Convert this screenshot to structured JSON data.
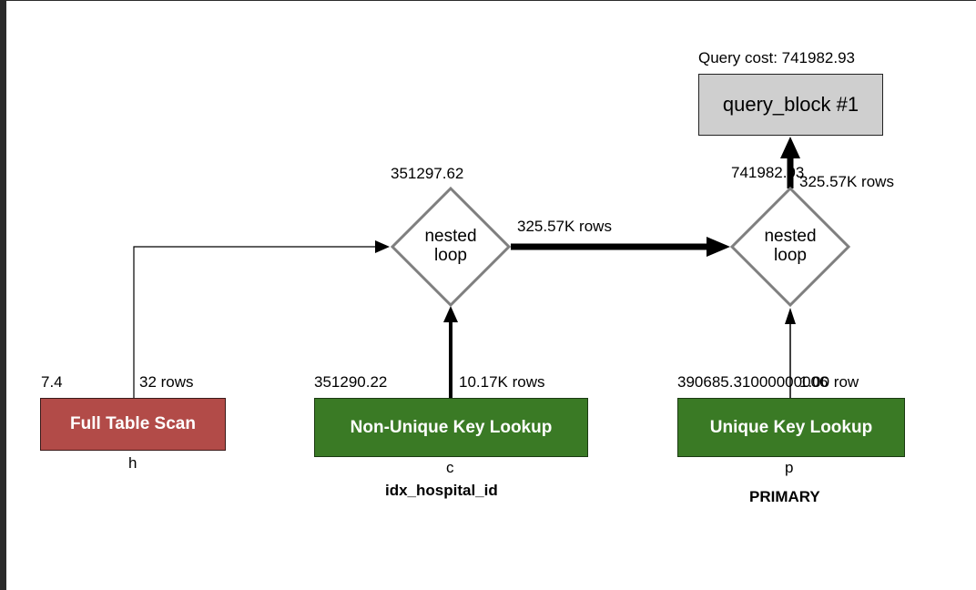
{
  "query_cost_label": "Query cost: 741982.93",
  "query_block": {
    "label": "query_block #1"
  },
  "nested_loop_1": {
    "line1": "nested",
    "line2": "loop",
    "cost": "351297.62",
    "output_rows": "325.57K rows"
  },
  "nested_loop_2": {
    "line1": "nested",
    "line2": "loop",
    "cost": "741982.93",
    "output_rows": "325.57K rows"
  },
  "table_h": {
    "operation": "Full Table Scan",
    "cost": "7.4",
    "rows": "32 rows",
    "table": "h",
    "key": ""
  },
  "table_c": {
    "operation": "Non-Unique Key Lookup",
    "cost": "351290.22",
    "rows": "10.17K rows",
    "table": "c",
    "key": "idx_hospital_id"
  },
  "table_p": {
    "operation": "Unique Key Lookup",
    "cost": "390685.31000000006",
    "rows": "1.00 row",
    "table": "p",
    "key": "PRIMARY"
  },
  "colors": {
    "full_scan": "#b24b48",
    "key_lookup": "#3a7a25",
    "query_block": "#cfcfcf",
    "diamond_border": "#7f7f7f"
  }
}
